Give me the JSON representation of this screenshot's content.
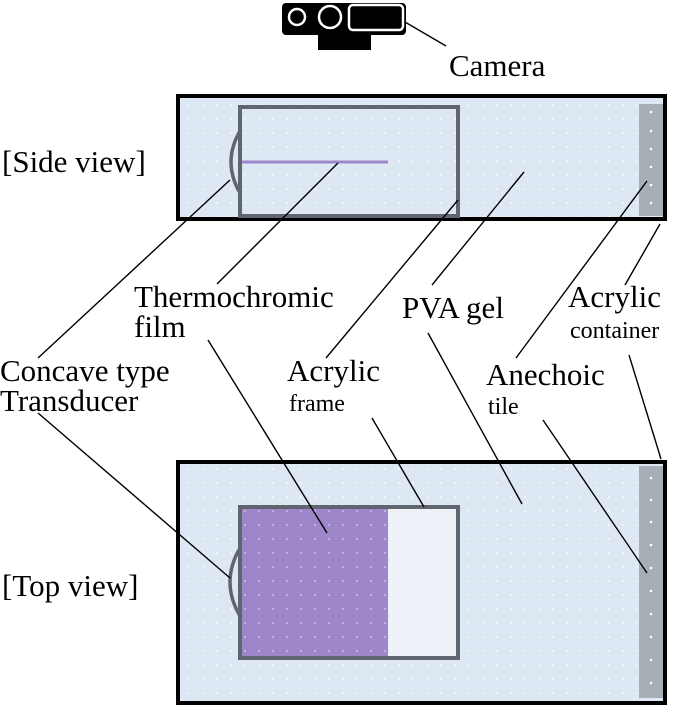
{
  "labels": {
    "camera": "Camera",
    "side_view": "[Side view]",
    "top_view": "[Top view]",
    "thermochromic_1": "Thermochromic",
    "thermochromic_2": "film",
    "pva_gel": "PVA gel",
    "acrylic_container_1": "Acrylic",
    "acrylic_container_2": "container",
    "concave_1": "Concave type",
    "concave_2": "Transducer",
    "acrylic_frame_1": "Acrylic",
    "acrylic_frame_2": "frame",
    "anechoic_1": "Anechoic",
    "anechoic_2": "tile"
  },
  "colors": {
    "gel": "#dde8f4",
    "film": "#9d86c9",
    "frame_line": "#5f6670",
    "tile": "#a8aeb5",
    "container_line": "#000000"
  }
}
